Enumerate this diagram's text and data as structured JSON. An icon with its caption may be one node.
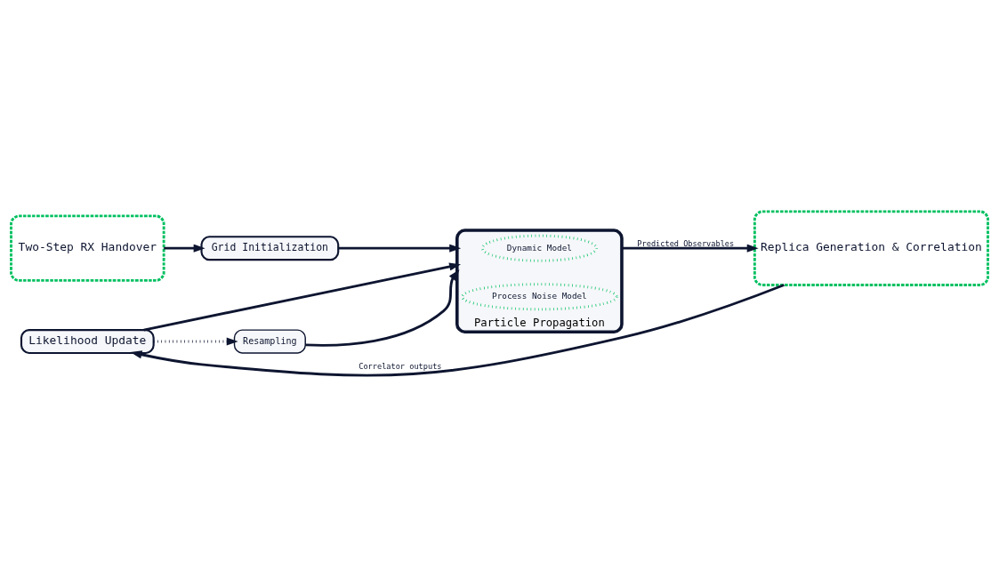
{
  "diagram": {
    "nodes": [
      {
        "text": [
          "Two-Step RX Handover"
        ]
      },
      {
        "text": [
          "Grid Initialization"
        ]
      },
      {
        "text": [
          "Particle Propagation"
        ]
      },
      {
        "text": [
          "Dynamic Model"
        ],
        "in": 2
      },
      {
        "text": [
          "Process Noise Model"
        ],
        "in": 2
      },
      {
        "text": [
          "Resampling"
        ]
      },
      {
        "text": [
          "Likelihood Update"
        ]
      },
      {
        "text": [
          "Replica Generation & Correlation"
        ]
      }
    ],
    "edges": [
      {
        "from": 0,
        "to": 1,
        "arrow": "to"
      },
      {
        "from": 1,
        "to": 2,
        "arrow": "to"
      },
      {
        "from": 2,
        "to": 7,
        "arrow": "to",
        "label": "Predicted Observables"
      },
      {
        "from": 7,
        "to": 6,
        "arrow": "to",
        "label": "Correlator outputs"
      },
      {
        "from": 6,
        "to": 2,
        "arrow": "to"
      },
      {
        "from": 6,
        "to": 5,
        "arrow": "to",
        "style": "dashed"
      },
      {
        "from": 5,
        "to": 2,
        "arrow": "to"
      }
    ]
  }
}
